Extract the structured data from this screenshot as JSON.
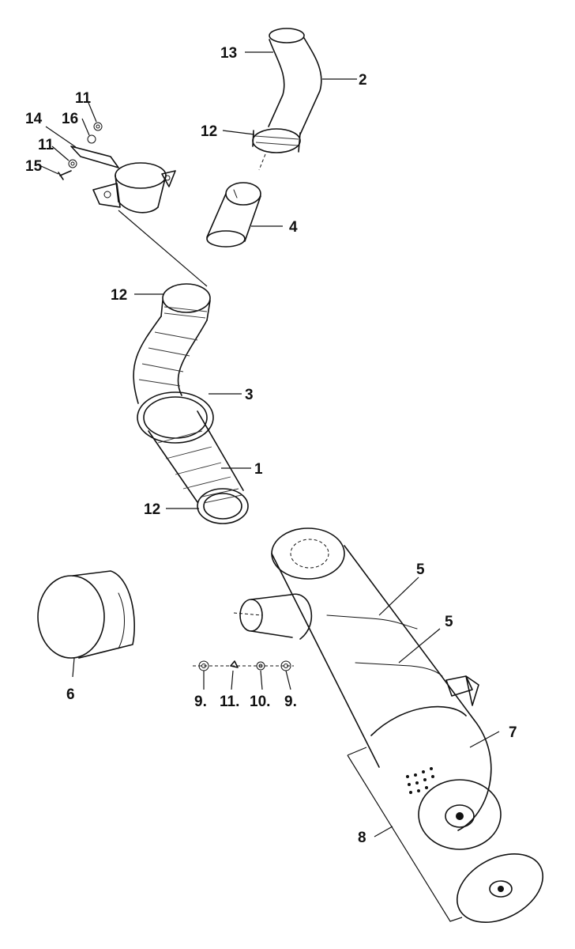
{
  "diagram": {
    "callouts": {
      "c13": "13",
      "c2": "2",
      "c12_top": "12",
      "c11_a": "11",
      "c16": "16",
      "c14": "14",
      "c11_b": "11",
      "c15": "15",
      "c4": "4",
      "c12_mid": "12",
      "c3": "3",
      "c1": "1",
      "c12_bot": "12",
      "c5_a": "5",
      "c5_b": "5",
      "c6": "6",
      "c9_a": "9.",
      "c11_c": "11.",
      "c10": "10.",
      "c9_b": "9.",
      "c7": "7",
      "c8": "8"
    }
  }
}
